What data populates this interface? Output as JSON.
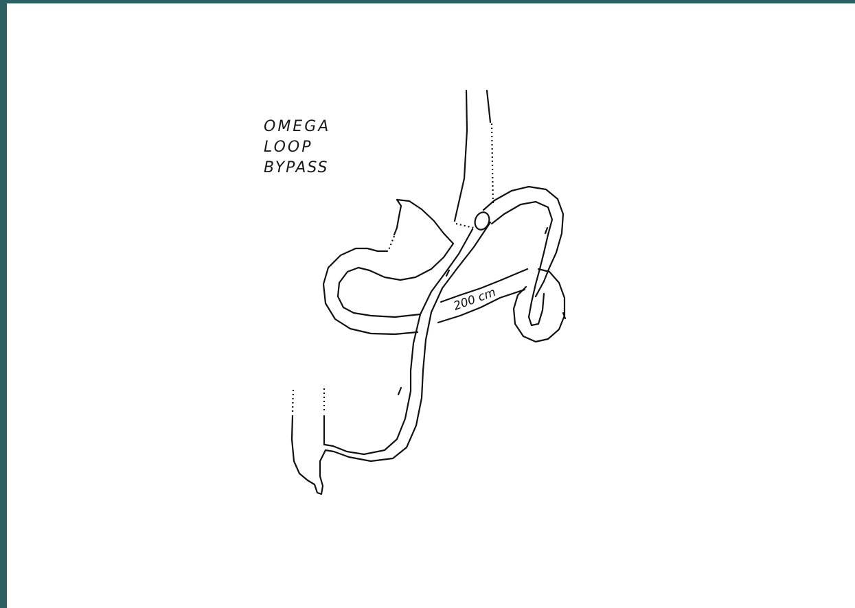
{
  "diagram": {
    "title_lines": [
      "OMEGA",
      "LOOP",
      "BYPASS"
    ],
    "limb_length_label": "200 cm"
  },
  "colors": {
    "frame_accent": "#2c6163",
    "ink": "#111111",
    "paper": "#ffffff"
  }
}
